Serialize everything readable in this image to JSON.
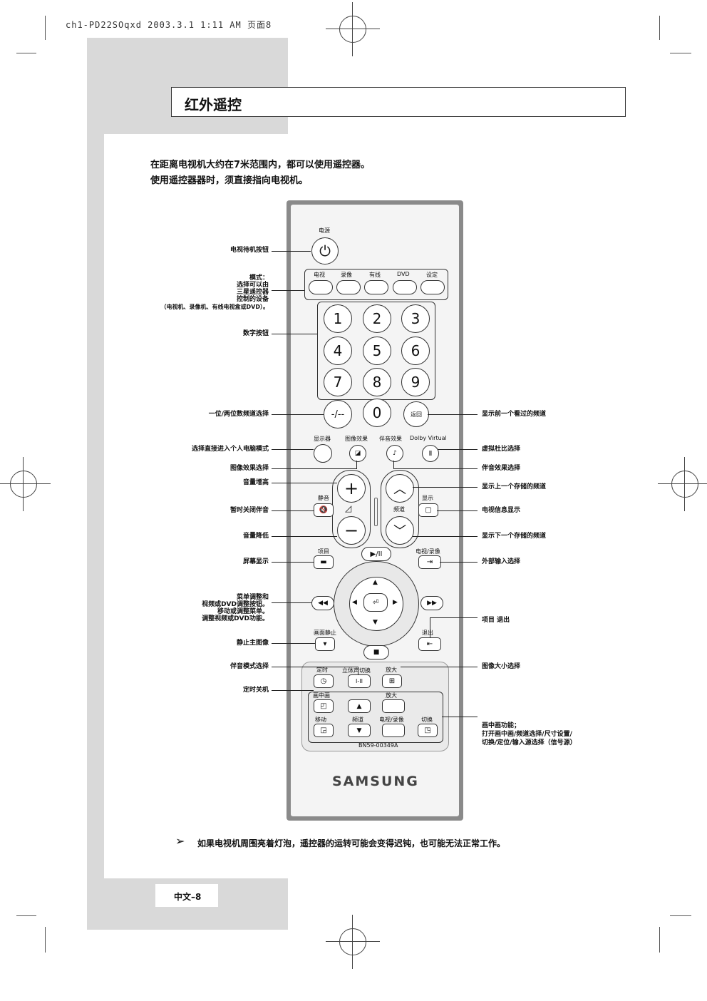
{
  "print_header": "ch1-PD22SOqxd  2003.3.1 1:11 AM  页面8",
  "section_title": "红外遥控",
  "intro": [
    "在距离电视机大约在7米范围内，都可以使用遥控器。",
    "使用遥控器器时，须直接指向电视机。"
  ],
  "remote": {
    "power_label": "电源",
    "mode_labels": [
      "电视",
      "录像",
      "有线",
      "DVD",
      "设定"
    ],
    "digits": [
      "1",
      "2",
      "3",
      "4",
      "5",
      "6",
      "7",
      "8",
      "9"
    ],
    "dash_key": "-/--",
    "zero_key": "0",
    "return_key": "返回",
    "row_labels": [
      "显示器",
      "图像效果",
      "伴音效果",
      "Dolby Virtual"
    ],
    "mute_label": "静音",
    "channel_label": "频道",
    "display_label": "显示",
    "item_label": "项目",
    "tvvideo_label": "电视/录像",
    "still_label": "画面静止",
    "exit_label": "退出",
    "timer_label": "定时",
    "stereo_label": "立体声切换",
    "zoom_label": "放大",
    "pip_label": "画中画",
    "zoom2_label": "放大",
    "move_label": "移动",
    "ch2_label": "频道",
    "tvvideo2_label": "电视/录像",
    "swap_label": "切换",
    "model": "BN59-00349A",
    "brand": "SAMSUNG",
    "play_pause": "▶/II"
  },
  "left_callouts": {
    "standby": "电视待机按钮",
    "mode": [
      "模式：",
      "选择可以由",
      "三星遥控器",
      "控制的设备",
      "（电视机、录像机、有线电视盒或DVD）。"
    ],
    "digits": "数字按钮",
    "one_two": "一位/两位数频道选择",
    "pc_mode": "选择直接进入个人电脑模式",
    "picture_effect": "图像效果选择",
    "vol_up": "音量增高",
    "mute": "暂时关闭伴音",
    "vol_down": "音量降低",
    "osd": "屏幕显示",
    "menu": [
      "菜单调整和",
      "视频或DVD调整按钮。",
      "移动或调整菜单。",
      "调整视频或DVD功能。"
    ],
    "still": "静止主图像",
    "sound_mode": "伴音模式选择",
    "sleep": "定时关机"
  },
  "right_callouts": {
    "prev_ch": "显示前一个看过的频道",
    "dolby": "虚拟杜比选择",
    "sound_effect": "伴音效果选择",
    "ch_up": "显示上一个存储的频道",
    "info": "电视信息显示",
    "ch_down": "显示下一个存储的频道",
    "input": "外部输入选择",
    "exit": "项目 退出",
    "size": "图像大小选择",
    "pip": [
      "画中画功能；",
      "打开画中画/频道选择/尺寸设置/",
      "切换/定位/输入源选择（信号源）"
    ]
  },
  "note_arrow": "➢",
  "note": "如果电视机周围亮着灯泡，遥控器的运转可能会变得迟钝，也可能无法正常工作。",
  "page_number": "中文–8"
}
